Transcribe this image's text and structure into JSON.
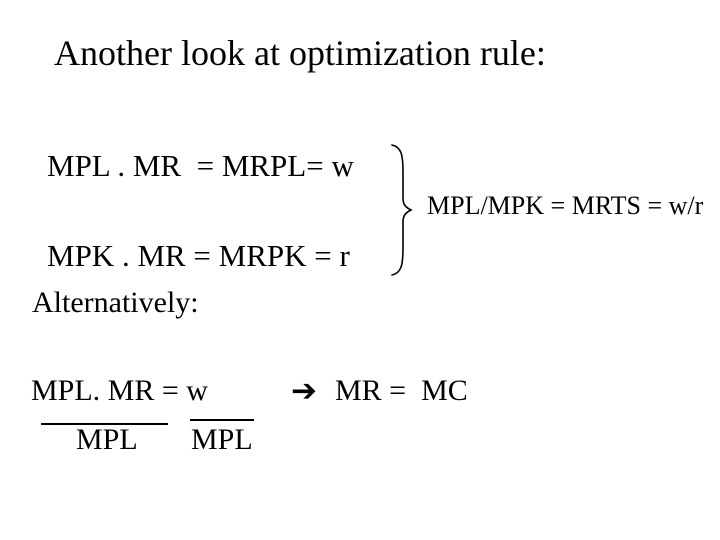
{
  "slide": {
    "colors": {
      "background": "#ffffff",
      "text": "#000000"
    },
    "title": "Another look at optimization rule:",
    "equations": {
      "labor": "MPL . MR  = MRPL= w",
      "capital": "MPK . MR = MRPK = r",
      "ratio_note": "MPL/MPK = MRTS = w/r"
    },
    "alternatively_label": "Alternatively:",
    "derivation": {
      "top_line": "MPL. MR = w",
      "left_denominator": "MPL",
      "right_denominator": "MPL",
      "arrow_glyph": "➔",
      "conclusion": "MR =  MC"
    },
    "icons": {
      "brace": "right-curly-brace",
      "arrow": "heavy-right-arrow"
    }
  }
}
